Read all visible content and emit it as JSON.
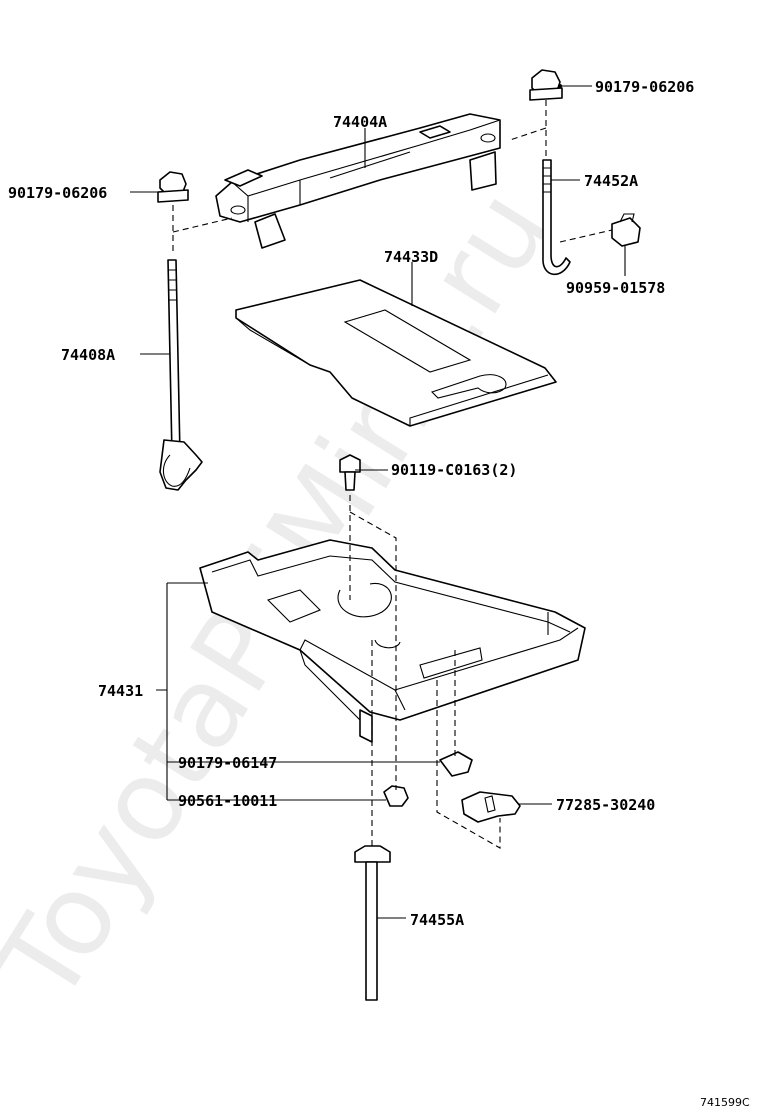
{
  "parts": {
    "p1": "90179-06206",
    "p2": "74404A",
    "p3": "74452A",
    "p4": "90179-06206",
    "p5": "74433D",
    "p6": "90959-01578",
    "p7": "74408A",
    "p8": "90119-C0163(2)",
    "p9": "74431",
    "p10": "90179-06147",
    "p11": "77285-30240",
    "p12": "90561-10011",
    "p13": "74455A"
  },
  "watermark": "ToyotaPriMine.ru",
  "diagram_code": "741599C"
}
